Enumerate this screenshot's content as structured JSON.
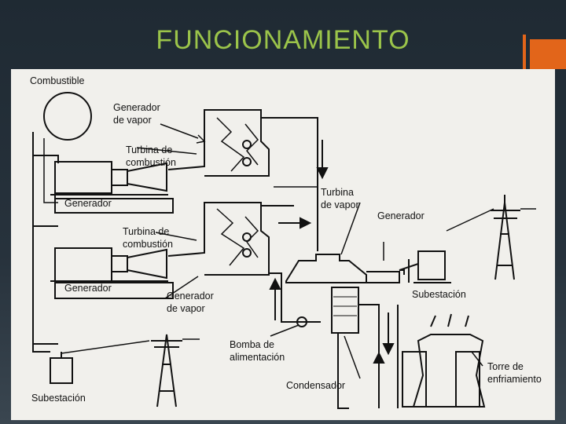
{
  "slide": {
    "title": "FUNCIONAMIENTO",
    "accent_color": "#e2651a",
    "title_color": "#9bc44a"
  },
  "diagram": {
    "labels": {
      "combustible": "Combustible",
      "generador_vapor_top_1": "Generador",
      "generador_vapor_top_2": "de vapor",
      "turbina_combustion_top_1": "Turbina de",
      "turbina_combustion_top_2": "combustión",
      "generador_top": "Generador",
      "turbina_vapor_1": "Turbina",
      "turbina_vapor_2": "de vapor",
      "generador_right": "Generador",
      "turbina_combustion_bottom_1": "Turbina de",
      "turbina_combustion_bottom_2": "combustión",
      "generador_bottom": "Generador",
      "generador_vapor_bottom_1": "Generador",
      "generador_vapor_bottom_2": "de vapor",
      "subestacion_right": "Subestación",
      "bomba_1": "Bomba de",
      "bomba_2": "alimentación",
      "torre_1": "Torre de",
      "torre_2": "enfriamiento",
      "condensador": "Condensador",
      "subestacion_left": "Subestación"
    }
  }
}
